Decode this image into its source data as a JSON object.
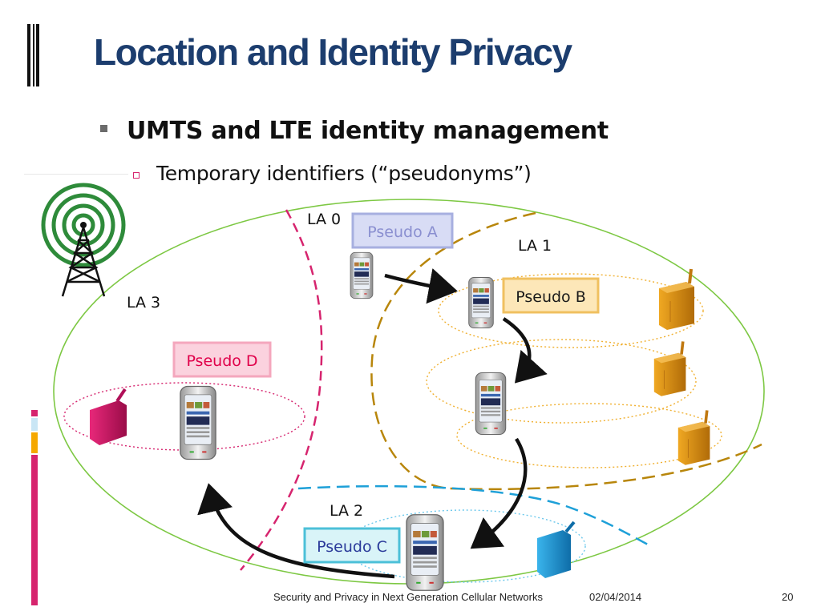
{
  "slide": {
    "title": "Location and Identity Privacy",
    "bullet": "UMTS and LTE identity management",
    "sub_bullet": "Temporary identifiers (“pseudonyms”)"
  },
  "diagram": {
    "location_areas": [
      {
        "label": "LA 0"
      },
      {
        "label": "LA 1"
      },
      {
        "label": "LA 2"
      },
      {
        "label": "LA 3"
      }
    ],
    "pseudonyms": [
      {
        "label": "Pseudo A",
        "color": "#8a8fd0"
      },
      {
        "label": "Pseudo B",
        "color": "#1a1a1a"
      },
      {
        "label": "Pseudo C",
        "color": "#2a3a9a"
      },
      {
        "label": "Pseudo D",
        "color": "#e0004a"
      }
    ],
    "colors": {
      "la0_boundary": "#d6246e",
      "la1_boundary": "#b8860b",
      "la2_boundary": "#1ea0d8",
      "la3_boundary": "#7dc843",
      "tower": "#2e8b3a"
    }
  },
  "footer": {
    "text": "Security and Privacy in Next Generation Cellular Networks",
    "date": "02/04/2014",
    "page": "20"
  }
}
